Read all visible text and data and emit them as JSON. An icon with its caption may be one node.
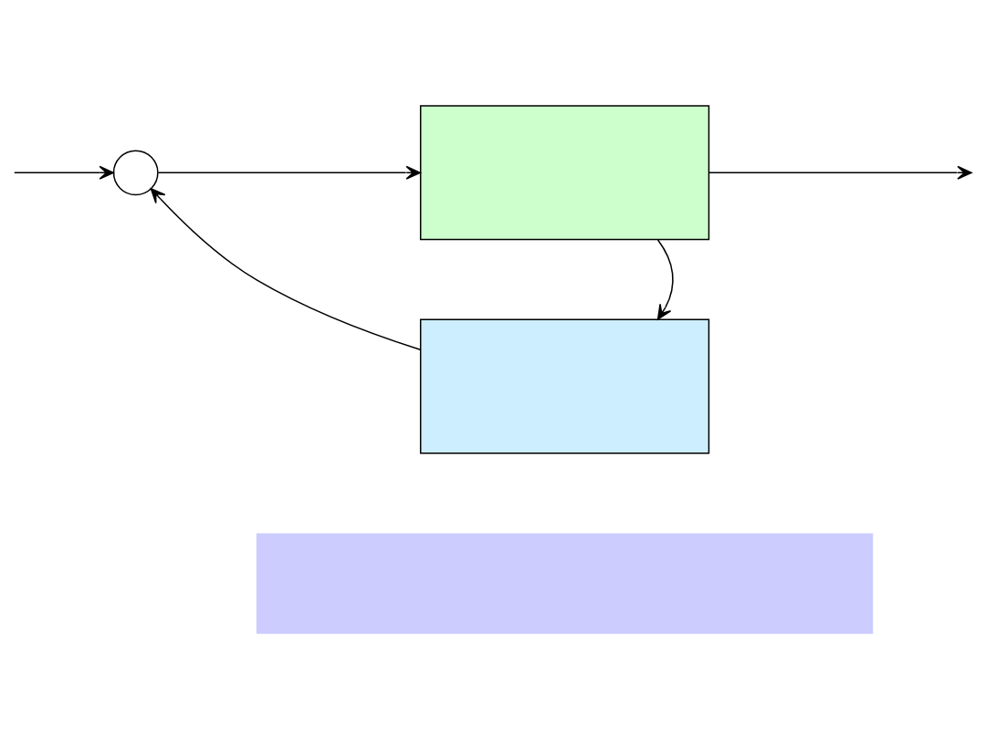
{
  "diagram": {
    "nodes": [
      {
        "text": [],
        "shape": "circle"
      },
      {
        "text": [],
        "shape": "box"
      },
      {
        "text": [],
        "shape": "box"
      },
      {
        "text": [],
        "shape": "bar"
      }
    ],
    "edges": [
      {
        "from": null,
        "to": 0,
        "arrow": "to"
      },
      {
        "from": 0,
        "to": 1,
        "arrow": "to"
      },
      {
        "from": 1,
        "to": null,
        "arrow": "to"
      },
      {
        "from": 1,
        "to": 2,
        "arrow": "to"
      },
      {
        "from": 2,
        "to": 0,
        "arrow": "to"
      }
    ]
  }
}
